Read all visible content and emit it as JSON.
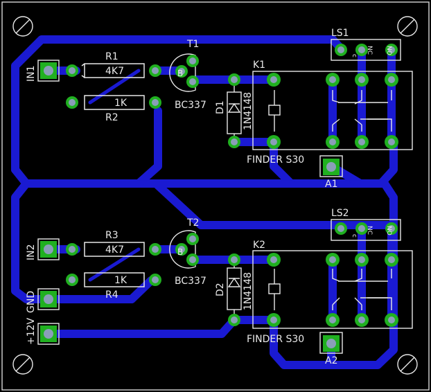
{
  "colors": {
    "background": "#000000",
    "outline": "#c8c8c8",
    "trace": "#1a1ad2",
    "pad": "#20b020",
    "via_ring": "#20b020",
    "hole": "#8a9eb8",
    "silk": "#e8e8e8"
  },
  "labels": {
    "ls1": "LS1",
    "ls2": "LS2",
    "t1": "T1",
    "t2": "T2",
    "k1": "K1",
    "k2": "K2",
    "r1": "R1",
    "r2": "R2",
    "r3": "R3",
    "r4": "R4",
    "r1_value": "4K7",
    "r2_value": "1K",
    "r3_value": "4K7",
    "r4_value": "1K",
    "bc337_1": "BC337",
    "bc337_2": "BC337",
    "d1": "D1",
    "d2": "D2",
    "d1_type": "1N4148",
    "d2_type": "1N4148",
    "finder_1": "FINDER S30",
    "finder_2": "FINDER S30",
    "a1": "A1",
    "a2": "A2",
    "in1": "IN1",
    "in2": "IN2",
    "gnd": "GND",
    "v12": "+12V",
    "transistor_b": "B",
    "screw_c": "c",
    "screw_nc": "NC",
    "screw_no": "NO"
  }
}
